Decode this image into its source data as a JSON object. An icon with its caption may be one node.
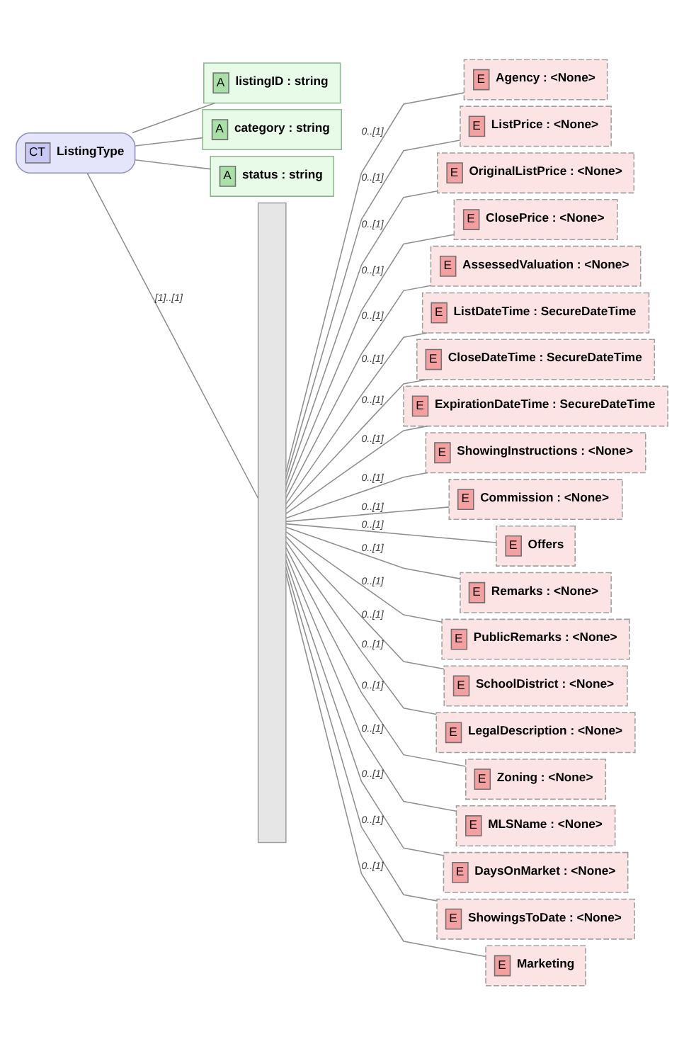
{
  "diagram": {
    "nodes": [
      {
        "text": [
          "CT",
          "ListingType"
        ]
      },
      {
        "text": [
          "A",
          "listingID : string"
        ]
      },
      {
        "text": [
          "A",
          "category : string"
        ]
      },
      {
        "text": [
          "A",
          "status : string"
        ]
      },
      {
        "text": [],
        "shape": "bar"
      },
      {
        "text": [
          "E",
          "Agency : <None>"
        ]
      },
      {
        "text": [
          "E",
          "ListPrice : <None>"
        ]
      },
      {
        "text": [
          "E",
          "OriginalListPrice : <None>"
        ]
      },
      {
        "text": [
          "E",
          "ClosePrice : <None>"
        ]
      },
      {
        "text": [
          "E",
          "AssessedValuation : <None>"
        ]
      },
      {
        "text": [
          "E",
          "ListDateTime : SecureDateTime"
        ]
      },
      {
        "text": [
          "E",
          "CloseDateTime : SecureDateTime"
        ]
      },
      {
        "text": [
          "E",
          "ExpirationDateTime : SecureDateTime"
        ]
      },
      {
        "text": [
          "E",
          "ShowingInstructions : <None>"
        ]
      },
      {
        "text": [
          "E",
          "Commission : <None>"
        ]
      },
      {
        "text": [
          "E",
          "Offers"
        ]
      },
      {
        "text": [
          "E",
          "Remarks : <None>"
        ]
      },
      {
        "text": [
          "E",
          "PublicRemarks : <None>"
        ]
      },
      {
        "text": [
          "E",
          "SchoolDistrict : <None>"
        ]
      },
      {
        "text": [
          "E",
          "LegalDescription : <None>"
        ]
      },
      {
        "text": [
          "E",
          "Zoning : <None>"
        ]
      },
      {
        "text": [
          "E",
          "MLSName : <None>"
        ]
      },
      {
        "text": [
          "E",
          "DaysOnMarket : <None>"
        ]
      },
      {
        "text": [
          "E",
          "ShowingsToDate : <None>"
        ]
      },
      {
        "text": [
          "E",
          "Marketing"
        ]
      }
    ],
    "edges": [
      {
        "from": 0,
        "to": 1,
        "arrow": "none"
      },
      {
        "from": 0,
        "to": 2,
        "arrow": "none"
      },
      {
        "from": 0,
        "to": 3,
        "arrow": "none"
      },
      {
        "from": 0,
        "to": 4,
        "arrow": "none",
        "label": "[1]..[1]"
      },
      {
        "from": 4,
        "to": 5,
        "arrow": "none",
        "label": "0..[1]"
      },
      {
        "from": 4,
        "to": 6,
        "arrow": "none",
        "label": "0..[1]"
      },
      {
        "from": 4,
        "to": 7,
        "arrow": "none",
        "label": "0..[1]"
      },
      {
        "from": 4,
        "to": 8,
        "arrow": "none",
        "label": "0..[1]"
      },
      {
        "from": 4,
        "to": 9,
        "arrow": "none",
        "label": "0..[1]"
      },
      {
        "from": 4,
        "to": 10,
        "arrow": "none",
        "label": "0..[1]"
      },
      {
        "from": 4,
        "to": 11,
        "arrow": "none",
        "label": "0..[1]"
      },
      {
        "from": 4,
        "to": 12,
        "arrow": "none",
        "label": "0..[1]"
      },
      {
        "from": 4,
        "to": 13,
        "arrow": "none",
        "label": "0..[1]"
      },
      {
        "from": 4,
        "to": 14,
        "arrow": "none",
        "label": "0..[1]"
      },
      {
        "from": 4,
        "to": 15,
        "arrow": "none",
        "label": "0..[1]"
      },
      {
        "from": 4,
        "to": 16,
        "arrow": "none",
        "label": "0..[1]"
      },
      {
        "from": 4,
        "to": 17,
        "arrow": "none",
        "label": "0..[1]"
      },
      {
        "from": 4,
        "to": 18,
        "arrow": "none",
        "label": "0..[1]"
      },
      {
        "from": 4,
        "to": 19,
        "arrow": "none",
        "label": "0..[1]"
      },
      {
        "from": 4,
        "to": 20,
        "arrow": "none",
        "label": "0..[1]"
      },
      {
        "from": 4,
        "to": 21,
        "arrow": "none",
        "label": "0..[1]"
      },
      {
        "from": 4,
        "to": 22,
        "arrow": "none",
        "label": "0..[1]"
      },
      {
        "from": 4,
        "to": 23,
        "arrow": "none",
        "label": "0..[1]"
      },
      {
        "from": 4,
        "to": 24,
        "arrow": "none",
        "label": "0..[1]"
      }
    ]
  }
}
